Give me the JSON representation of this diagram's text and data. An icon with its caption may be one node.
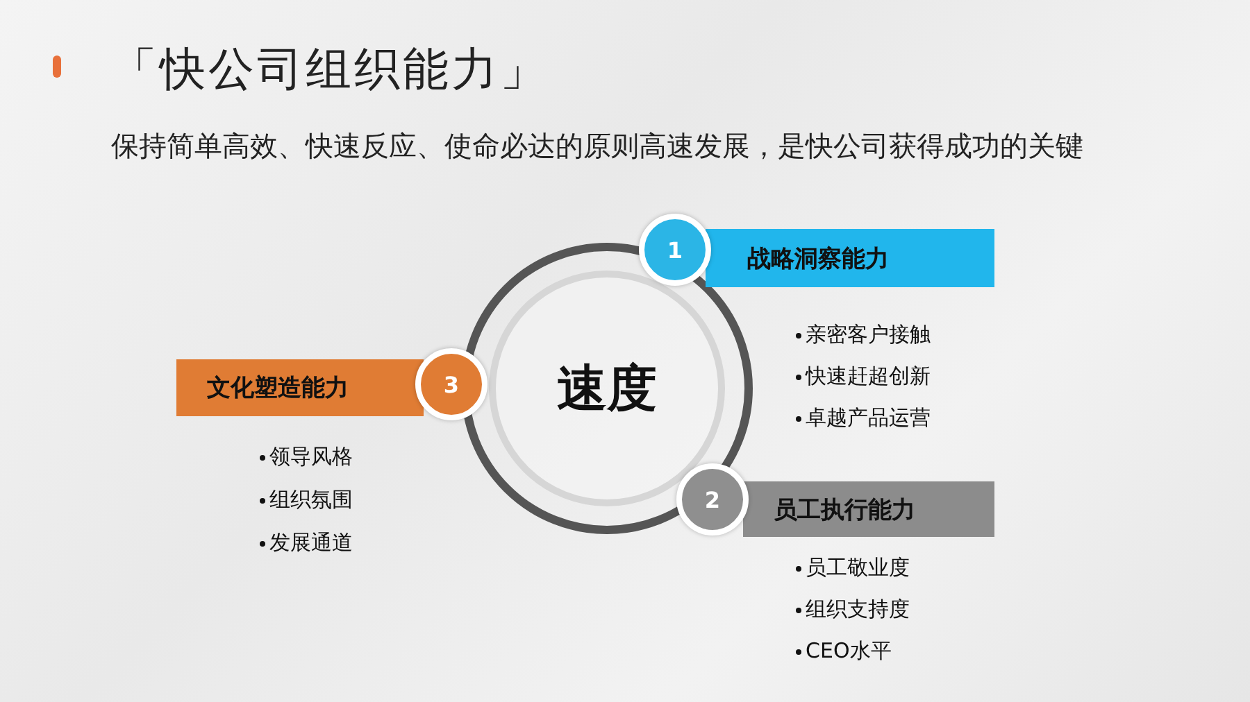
{
  "diagram": {
    "title": "「快公司组织能力」",
    "nodes": [
      {
        "text": [
          "速度"
        ]
      },
      {
        "text": [
          "1"
        ]
      },
      {
        "text": [
          "战略洞察能力"
        ],
        "beside": [
          "亲密客户接触",
          "快速赶超创新",
          "卓越产品运营"
        ]
      },
      {
        "text": [
          "2"
        ]
      },
      {
        "text": [
          "员工执行能力"
        ],
        "beside": [
          "员工敬业度",
          "组织支持度",
          "CEO水平"
        ]
      },
      {
        "text": [
          "3"
        ]
      },
      {
        "text": [
          "文化塑造能力"
        ],
        "beside": [
          "领导风格",
          "组织氛围",
          "发展通道"
        ]
      }
    ],
    "labels": [
      "保持简单高效、快速反应、使命必达的原则高速发展，是快公司获得成功的关键"
    ]
  }
}
